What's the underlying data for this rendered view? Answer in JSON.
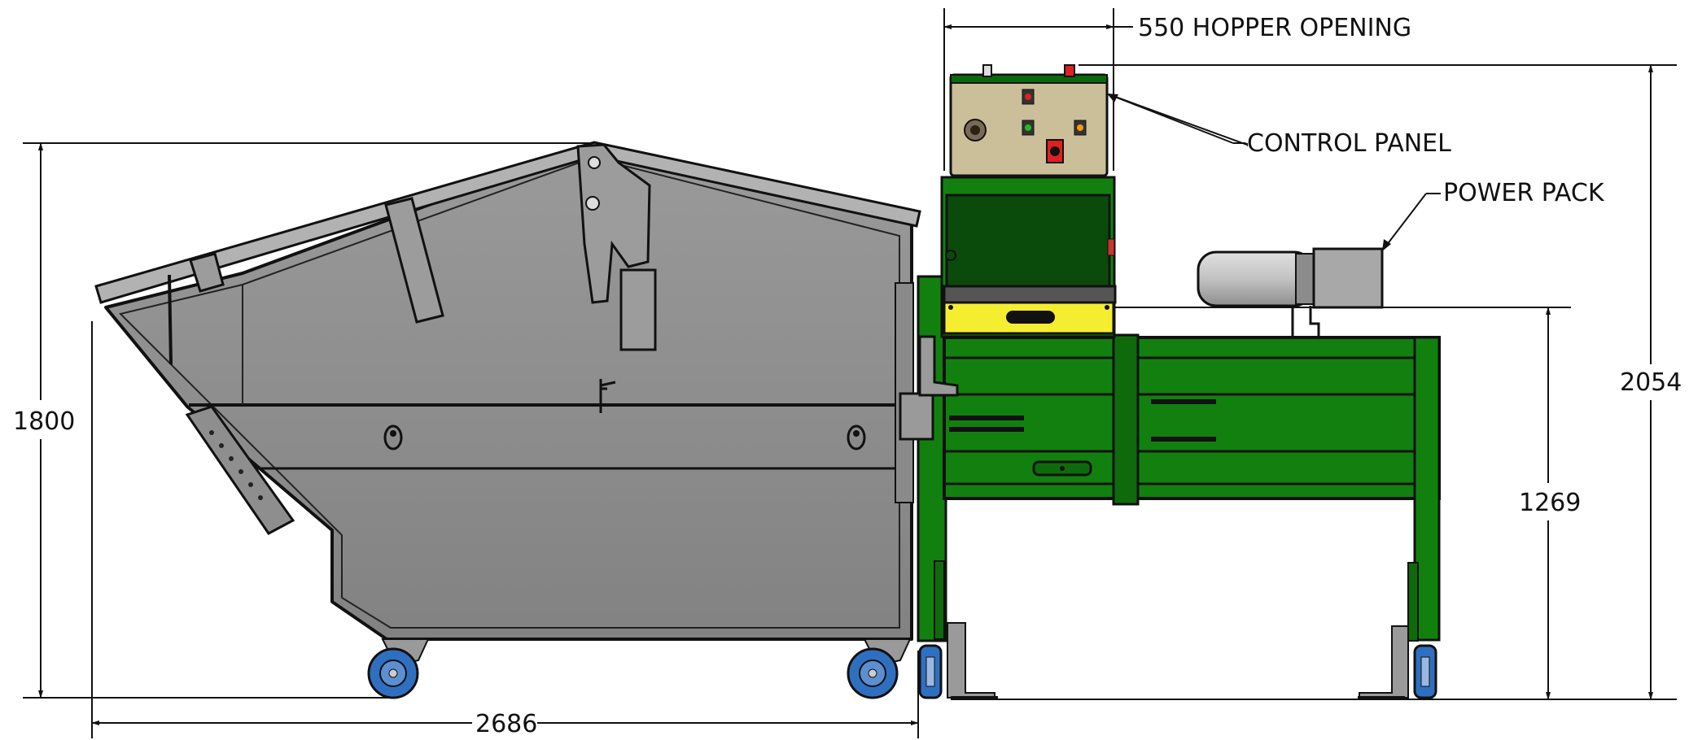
{
  "dimensions": {
    "hopper_opening": "550 HOPPER OPENING",
    "total_height": "2054",
    "bin_height": "1800",
    "base_height": "1269",
    "bin_length": "2686"
  },
  "labels": {
    "control_panel": "CONTROL PANEL",
    "power_pack": "POWER PACK"
  },
  "colors": {
    "bin_body": "#8c8c8c",
    "frame_green": "#12800f",
    "dark_green": "#0a4a0a",
    "control_panel": "#cbbf9a",
    "hopper_yellow": "#f5ee30",
    "wheel_blue": "#2f6fc0",
    "motor_grey": "#b8b8b8"
  }
}
